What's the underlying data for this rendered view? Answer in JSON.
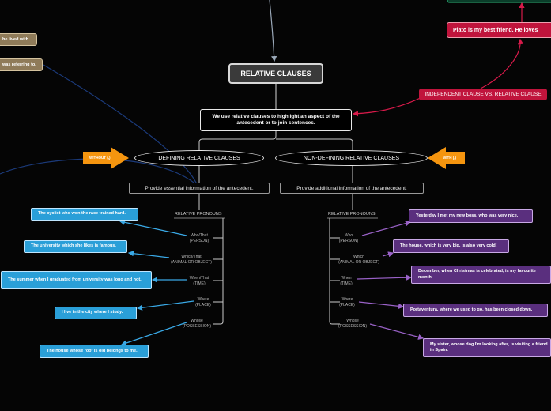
{
  "main_title": "RELATIVE CLAUSES",
  "intro": "We use relative clauses to highlight an aspect of the antecedent or to join sentences.",
  "independent_vs": "INDEPENDENT CLAUSE VS. RELATIVE CLAUSE",
  "plato_example": "Plato is my best friend. He loves",
  "top_left_notes": [
    "he lived with.",
    "was referring to."
  ],
  "defining": {
    "title": "DEFINING RELATIVE CLAUSES",
    "tag": "WITHOUT (,)",
    "desc": "Provide essential information of the antecedent.",
    "pronouns_header": "RELATIVE PRONOUNS",
    "pronouns": [
      {
        "word": "Who/That",
        "use": "(PERSON)"
      },
      {
        "word": "Which/That",
        "use": "(ANIMAL OR OBJECT)"
      },
      {
        "word": "When/That",
        "use": "(TIME)"
      },
      {
        "word": "Where",
        "use": "(PLACE)"
      },
      {
        "word": "Whose",
        "use": "(POSSESSION)"
      }
    ],
    "examples": [
      "The cyclist who won the race trained hard.",
      "The university which she likes is famous.",
      "The summer when I graduated from university was long and hot.",
      "I live in the city where I study.",
      "The house whose roof is old belongs to me."
    ]
  },
  "non_defining": {
    "title": "NON-DEFINING RELATIVE CLAUSES",
    "tag": "WITH (,)",
    "desc": "Provide additional information of the antecedent.",
    "pronouns_header": "RELATIVE PRONOUNS",
    "pronouns": [
      {
        "word": "Who",
        "use": "(PERSON)"
      },
      {
        "word": "Which",
        "use": "(ANIMAL OR OBJECT)"
      },
      {
        "word": "When",
        "use": "(TIME)"
      },
      {
        "word": "Where",
        "use": "(PLACE)"
      },
      {
        "word": "Whose",
        "use": "(POSSESSION)"
      }
    ],
    "examples": [
      "Yesterday I met my new boss, who was very nice.",
      "The house, which is very big, is also very cold!",
      "December, when Christmas is celebrated, is my favourite month.",
      "Portaventura, where we used to go, has been closed down.",
      "My sister, whose dog I'm looking after, is visiting a friend in Spain."
    ]
  },
  "colors": {
    "background": "#050505",
    "example_blue": "#2a9fd8",
    "example_purple": "#5a2f7e",
    "accent_red": "#c0143c",
    "tag_orange": "#f5950f",
    "note_tan": "#8f7b59"
  }
}
